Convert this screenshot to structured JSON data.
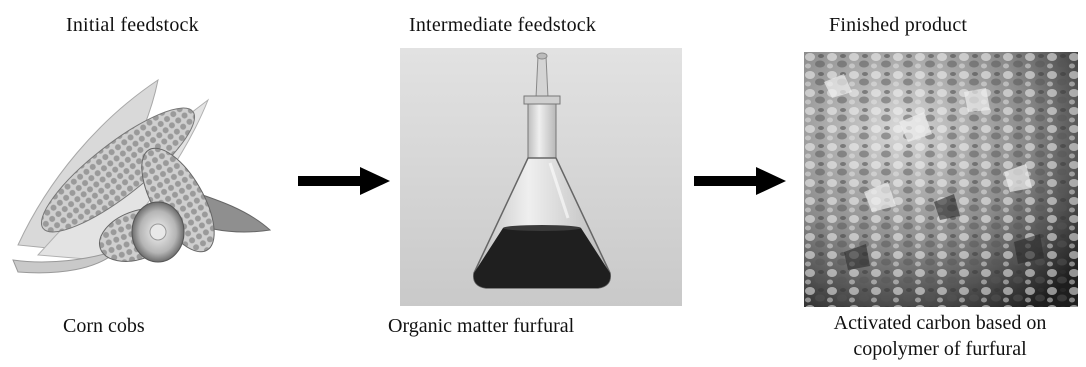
{
  "stages": [
    {
      "title": "Initial feedstock",
      "caption": "Corn cobs"
    },
    {
      "title": "Intermediate feedstock",
      "caption": "Organic matter furfural"
    },
    {
      "title": "Finished product",
      "caption_line1": "Activated carbon based on",
      "caption_line2": "copolymer of furfural"
    }
  ]
}
